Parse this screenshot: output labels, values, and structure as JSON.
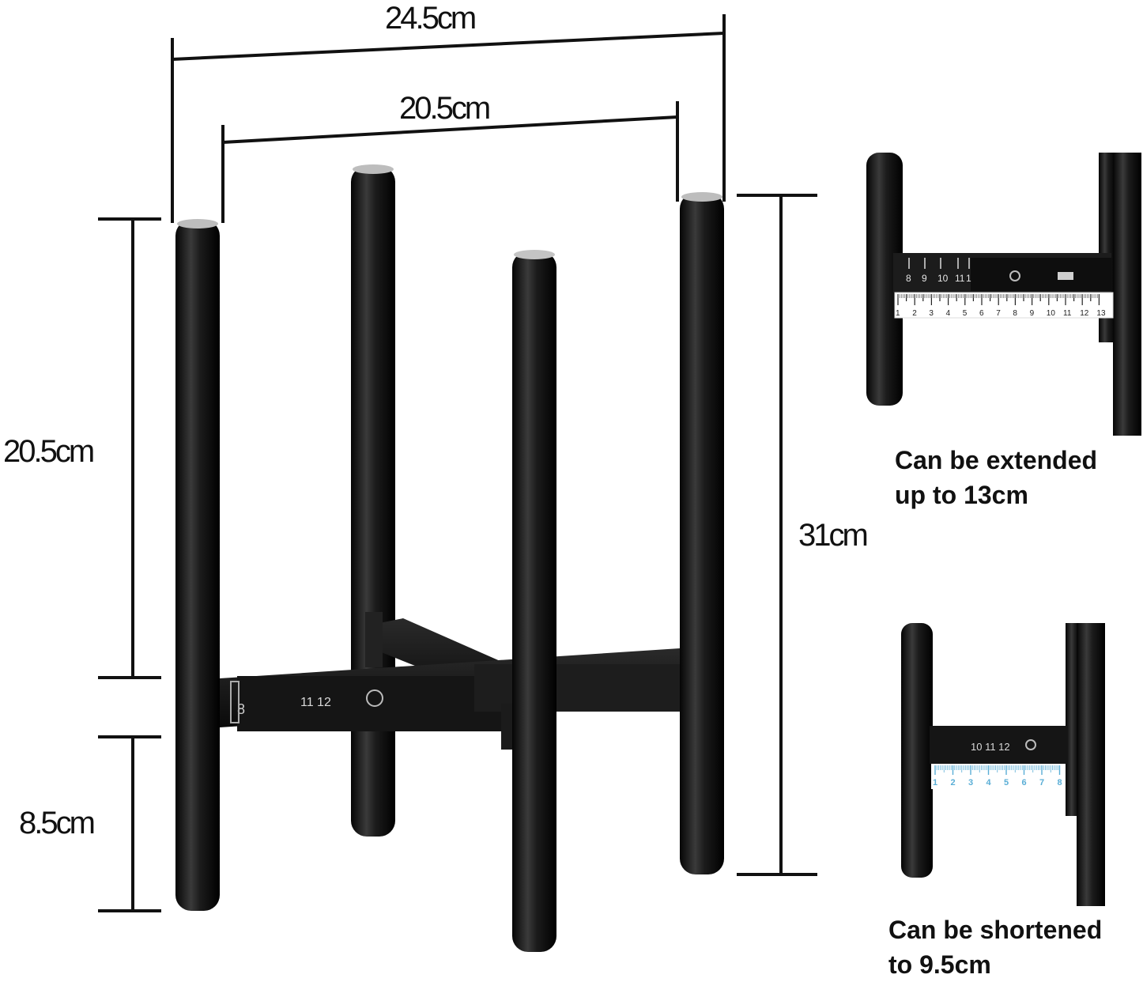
{
  "dimensions": {
    "outer_width": "24.5cm",
    "inner_width": "20.5cm",
    "upper_height": "20.5cm",
    "lower_height": "8.5cm",
    "total_height": "31cm"
  },
  "bracket_label_main": "11 12",
  "bracket_mark_side": "8",
  "extended": {
    "caption_line1": "Can be extended",
    "caption_line2": "up to 13cm",
    "slot_numbers": [
      "8",
      "9",
      "10",
      "11",
      "1"
    ],
    "scale_numbers": [
      "1",
      "2",
      "3",
      "4",
      "5",
      "6",
      "7",
      "8",
      "9",
      "10",
      "11",
      "12",
      "13"
    ]
  },
  "shortened": {
    "caption_line1": "Can be shortened",
    "caption_line2": "to 9.5cm",
    "slot_label": "10 11 12",
    "scale_numbers": [
      "1",
      "2",
      "3",
      "4",
      "5",
      "6",
      "7",
      "8"
    ]
  },
  "colors": {
    "metal": "#141414",
    "dimension_line": "#111111",
    "ruler_blue": "#5aaed6"
  }
}
